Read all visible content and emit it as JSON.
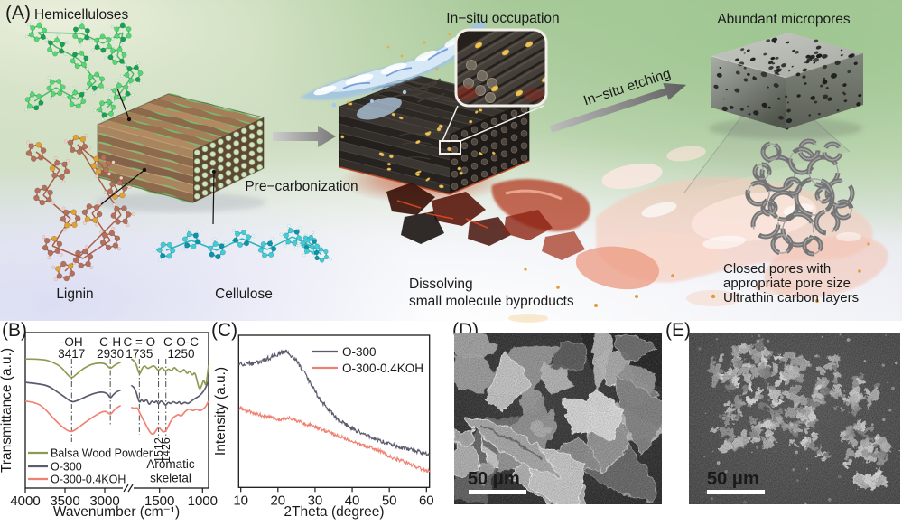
{
  "figure": {
    "panel_a_label": "(A)",
    "panel_b_label": "(B)",
    "panel_c_label": "(C)",
    "panel_d_label": "(D)",
    "panel_e_label": "(E)"
  },
  "panel_a": {
    "hemicelluloses_label": "Hemicelluloses",
    "lignin_label": "Lignin",
    "cellulose_label": "Cellulose",
    "pre_carbonization_label": "Pre−carbonization",
    "in_situ_occupation_label": "In−situ occupation",
    "dissolving_lines": [
      "Dissolving",
      "small molecule byproducts"
    ],
    "in_situ_etching_label": "In−situ etching",
    "abundant_micropores_label": "Abundant micropores",
    "closed_pores_lines": [
      "Closed pores with",
      "appropriate pore size",
      "Ultrathin carbon layers"
    ]
  },
  "panel_d": {
    "scale_bar_label": "50 μm"
  },
  "panel_e": {
    "scale_bar_label": "50 μm"
  },
  "chart_data": [
    {
      "panel": "B",
      "type": "line",
      "xlabel": "Wavenumber (cm⁻¹)",
      "ylabel": "Transmittance (a.u.)",
      "x_ticks": [
        4000,
        3500,
        3000,
        1500,
        1000
      ],
      "axis_break": [
        2800,
        1830
      ],
      "x_range": [
        4000,
        930
      ],
      "x_direction": "decreasing",
      "grid": false,
      "legend_position": "bottom-left",
      "peak_annotations": [
        {
          "label": "-OH",
          "wavenumber": 3417
        },
        {
          "label": "C-H",
          "wavenumber": 2930
        },
        {
          "label": "C = O",
          "wavenumber": 1735
        },
        {
          "label": "C-O-C",
          "wavenumber": 1250
        }
      ],
      "rotated_annotations": [
        {
          "label": "1512",
          "wavenumber": 1512
        },
        {
          "label": "1426",
          "wavenumber": 1426
        }
      ],
      "aromatic_note": [
        "Aromatic",
        "skeletal"
      ],
      "series": [
        {
          "name": "Balsa Wood Powder",
          "color": "#8d9b52",
          "transmittance_au_seg1": [
            [
              4000,
              0.83
            ],
            [
              3780,
              0.83
            ],
            [
              3650,
              0.81
            ],
            [
              3550,
              0.78
            ],
            [
              3470,
              0.73
            ],
            [
              3417,
              0.705
            ],
            [
              3360,
              0.73
            ],
            [
              3270,
              0.77
            ],
            [
              3150,
              0.8
            ],
            [
              3050,
              0.805
            ],
            [
              2990,
              0.8
            ],
            [
              2930,
              0.765
            ],
            [
              2880,
              0.79
            ],
            [
              2800,
              0.81
            ]
          ],
          "transmittance_au_seg2": [
            [
              1830,
              0.83
            ],
            [
              1780,
              0.82
            ],
            [
              1735,
              0.72
            ],
            [
              1705,
              0.77
            ],
            [
              1670,
              0.79
            ],
            [
              1640,
              0.765
            ],
            [
              1600,
              0.78
            ],
            [
              1560,
              0.79
            ],
            [
              1512,
              0.75
            ],
            [
              1475,
              0.78
            ],
            [
              1450,
              0.76
            ],
            [
              1426,
              0.75
            ],
            [
              1395,
              0.77
            ],
            [
              1360,
              0.75
            ],
            [
              1330,
              0.78
            ],
            [
              1300,
              0.76
            ],
            [
              1250,
              0.74
            ],
            [
              1215,
              0.77
            ],
            [
              1180,
              0.73
            ],
            [
              1150,
              0.76
            ],
            [
              1120,
              0.72
            ],
            [
              1090,
              0.75
            ],
            [
              1060,
              0.68
            ],
            [
              1035,
              0.63
            ],
            [
              1010,
              0.66
            ],
            [
              985,
              0.7
            ],
            [
              960,
              0.65
            ],
            [
              945,
              0.72
            ],
            [
              930,
              0.79
            ]
          ]
        },
        {
          "name": "O-300",
          "color": "#5b5b6e",
          "transmittance_au_seg1": [
            [
              4000,
              0.68
            ],
            [
              3820,
              0.67
            ],
            [
              3700,
              0.655
            ],
            [
              3600,
              0.62
            ],
            [
              3500,
              0.585
            ],
            [
              3417,
              0.55
            ],
            [
              3330,
              0.565
            ],
            [
              3230,
              0.59
            ],
            [
              3130,
              0.61
            ],
            [
              3030,
              0.62
            ],
            [
              2960,
              0.605
            ],
            [
              2930,
              0.575
            ],
            [
              2895,
              0.6
            ],
            [
              2850,
              0.62
            ],
            [
              2800,
              0.63
            ]
          ],
          "transmittance_au_seg2": [
            [
              1830,
              0.66
            ],
            [
              1785,
              0.65
            ],
            [
              1735,
              0.54
            ],
            [
              1710,
              0.575
            ],
            [
              1685,
              0.55
            ],
            [
              1650,
              0.575
            ],
            [
              1620,
              0.53
            ],
            [
              1590,
              0.565
            ],
            [
              1560,
              0.545
            ],
            [
              1535,
              0.565
            ],
            [
              1512,
              0.535
            ],
            [
              1485,
              0.565
            ],
            [
              1450,
              0.545
            ],
            [
              1426,
              0.53
            ],
            [
              1400,
              0.555
            ],
            [
              1370,
              0.54
            ],
            [
              1340,
              0.56
            ],
            [
              1300,
              0.54
            ],
            [
              1270,
              0.56
            ],
            [
              1250,
              0.535
            ],
            [
              1210,
              0.555
            ],
            [
              1170,
              0.54
            ],
            [
              1130,
              0.56
            ],
            [
              1090,
              0.575
            ],
            [
              1040,
              0.59
            ],
            [
              990,
              0.62
            ],
            [
              955,
              0.655
            ],
            [
              930,
              0.69
            ]
          ]
        },
        {
          "name": "O-300-0.4KOH",
          "color": "#f08272",
          "transmittance_au_seg1": [
            [
              4000,
              0.56
            ],
            [
              3860,
              0.55
            ],
            [
              3750,
              0.51
            ],
            [
              3650,
              0.45
            ],
            [
              3550,
              0.4
            ],
            [
              3470,
              0.37
            ],
            [
              3417,
              0.36
            ],
            [
              3340,
              0.385
            ],
            [
              3240,
              0.425
            ],
            [
              3140,
              0.46
            ],
            [
              3040,
              0.49
            ],
            [
              2980,
              0.495
            ],
            [
              2930,
              0.47
            ],
            [
              2885,
              0.5
            ],
            [
              2840,
              0.52
            ],
            [
              2800,
              0.53
            ]
          ],
          "transmittance_au_seg2": [
            [
              1830,
              0.52
            ],
            [
              1790,
              0.51
            ],
            [
              1760,
              0.52
            ],
            [
              1735,
              0.49
            ],
            [
              1700,
              0.45
            ],
            [
              1670,
              0.42
            ],
            [
              1640,
              0.385
            ],
            [
              1600,
              0.35
            ],
            [
              1570,
              0.345
            ],
            [
              1540,
              0.37
            ],
            [
              1512,
              0.395
            ],
            [
              1490,
              0.38
            ],
            [
              1460,
              0.36
            ],
            [
              1426,
              0.365
            ],
            [
              1400,
              0.395
            ],
            [
              1370,
              0.43
            ],
            [
              1340,
              0.455
            ],
            [
              1310,
              0.465
            ],
            [
              1280,
              0.475
            ],
            [
              1250,
              0.46
            ],
            [
              1220,
              0.48
            ],
            [
              1190,
              0.5
            ],
            [
              1150,
              0.51
            ],
            [
              1110,
              0.495
            ],
            [
              1070,
              0.51
            ],
            [
              1030,
              0.495
            ],
            [
              990,
              0.51
            ],
            [
              960,
              0.525
            ],
            [
              930,
              0.56
            ]
          ]
        }
      ]
    },
    {
      "panel": "C",
      "type": "line",
      "xlabel": "2Theta (degree)",
      "ylabel": "Intensity (a.u.)",
      "x_ticks": [
        10,
        20,
        30,
        40,
        50,
        60
      ],
      "x_range": [
        10,
        60
      ],
      "grid": false,
      "legend_position": "top-right",
      "series": [
        {
          "name": "O-300",
          "color": "#5b5b6e",
          "points": [
            [
              10,
              0.816
            ],
            [
              11,
              0.804
            ],
            [
              12,
              0.822
            ],
            [
              13,
              0.81
            ],
            [
              14,
              0.828
            ],
            [
              15,
              0.816
            ],
            [
              16,
              0.834
            ],
            [
              17,
              0.846
            ],
            [
              18,
              0.852
            ],
            [
              19,
              0.869
            ],
            [
              20,
              0.875
            ],
            [
              21,
              0.887
            ],
            [
              22,
              0.893
            ],
            [
              23,
              0.881
            ],
            [
              24,
              0.858
            ],
            [
              25,
              0.834
            ],
            [
              26,
              0.798
            ],
            [
              27,
              0.757
            ],
            [
              28,
              0.715
            ],
            [
              29,
              0.673
            ],
            [
              30,
              0.632
            ],
            [
              31,
              0.59
            ],
            [
              32,
              0.56
            ],
            [
              33,
              0.531
            ],
            [
              34,
              0.501
            ],
            [
              35,
              0.477
            ],
            [
              36,
              0.453
            ],
            [
              37,
              0.436
            ],
            [
              38,
              0.418
            ],
            [
              40,
              0.388
            ],
            [
              42,
              0.364
            ],
            [
              44,
              0.34
            ],
            [
              46,
              0.323
            ],
            [
              48,
              0.305
            ],
            [
              50,
              0.287
            ],
            [
              52,
              0.269
            ],
            [
              54,
              0.257
            ],
            [
              56,
              0.245
            ],
            [
              58,
              0.234
            ],
            [
              60,
              0.222
            ]
          ]
        },
        {
          "name": "O-300-0.4KOH",
          "color": "#f08272",
          "points": [
            [
              10,
              0.519
            ],
            [
              11,
              0.513
            ],
            [
              12,
              0.501
            ],
            [
              13,
              0.495
            ],
            [
              14,
              0.483
            ],
            [
              15,
              0.477
            ],
            [
              16,
              0.471
            ],
            [
              17,
              0.465
            ],
            [
              18,
              0.459
            ],
            [
              19,
              0.454
            ],
            [
              20,
              0.448
            ],
            [
              21,
              0.448
            ],
            [
              22,
              0.454
            ],
            [
              23,
              0.454
            ],
            [
              24,
              0.448
            ],
            [
              25,
              0.436
            ],
            [
              26,
              0.43
            ],
            [
              27,
              0.418
            ],
            [
              28,
              0.412
            ],
            [
              29,
              0.406
            ],
            [
              30,
              0.4
            ],
            [
              31,
              0.388
            ],
            [
              32,
              0.376
            ],
            [
              33,
              0.37
            ],
            [
              34,
              0.359
            ],
            [
              35,
              0.347
            ],
            [
              36,
              0.341
            ],
            [
              38,
              0.323
            ],
            [
              40,
              0.299
            ],
            [
              42,
              0.281
            ],
            [
              44,
              0.269
            ],
            [
              46,
              0.251
            ],
            [
              48,
              0.234
            ],
            [
              50,
              0.204
            ],
            [
              52,
              0.186
            ],
            [
              54,
              0.168
            ],
            [
              56,
              0.15
            ],
            [
              58,
              0.127
            ],
            [
              60,
              0.109
            ]
          ]
        }
      ]
    }
  ]
}
